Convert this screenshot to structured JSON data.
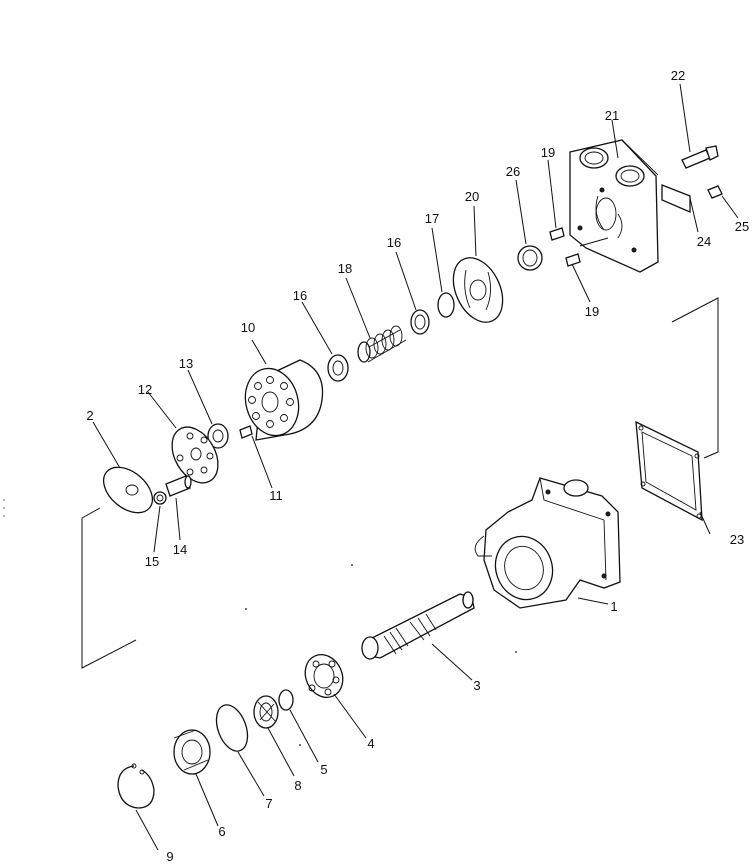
{
  "diagram": {
    "background": "#ffffff",
    "ink": "#111111",
    "callouts": [
      {
        "id": "c1",
        "text": "1"
      },
      {
        "id": "c2",
        "text": "2"
      },
      {
        "id": "c3",
        "text": "3"
      },
      {
        "id": "c4",
        "text": "4"
      },
      {
        "id": "c5",
        "text": "5"
      },
      {
        "id": "c6",
        "text": "6"
      },
      {
        "id": "c7",
        "text": "7"
      },
      {
        "id": "c8",
        "text": "8"
      },
      {
        "id": "c9",
        "text": "9"
      },
      {
        "id": "c10",
        "text": "10"
      },
      {
        "id": "c11",
        "text": "11"
      },
      {
        "id": "c12",
        "text": "12"
      },
      {
        "id": "c13",
        "text": "13"
      },
      {
        "id": "c14",
        "text": "14"
      },
      {
        "id": "c15",
        "text": "15"
      },
      {
        "id": "c16a",
        "text": "16"
      },
      {
        "id": "c16b",
        "text": "16"
      },
      {
        "id": "c17",
        "text": "17"
      },
      {
        "id": "c18",
        "text": "18"
      },
      {
        "id": "c19a",
        "text": "19"
      },
      {
        "id": "c19b",
        "text": "19"
      },
      {
        "id": "c20",
        "text": "20"
      },
      {
        "id": "c21",
        "text": "21"
      },
      {
        "id": "c22",
        "text": "22"
      },
      {
        "id": "c23",
        "text": "23"
      },
      {
        "id": "c24",
        "text": "24"
      },
      {
        "id": "c25",
        "text": "25"
      },
      {
        "id": "c26",
        "text": "26"
      }
    ]
  }
}
